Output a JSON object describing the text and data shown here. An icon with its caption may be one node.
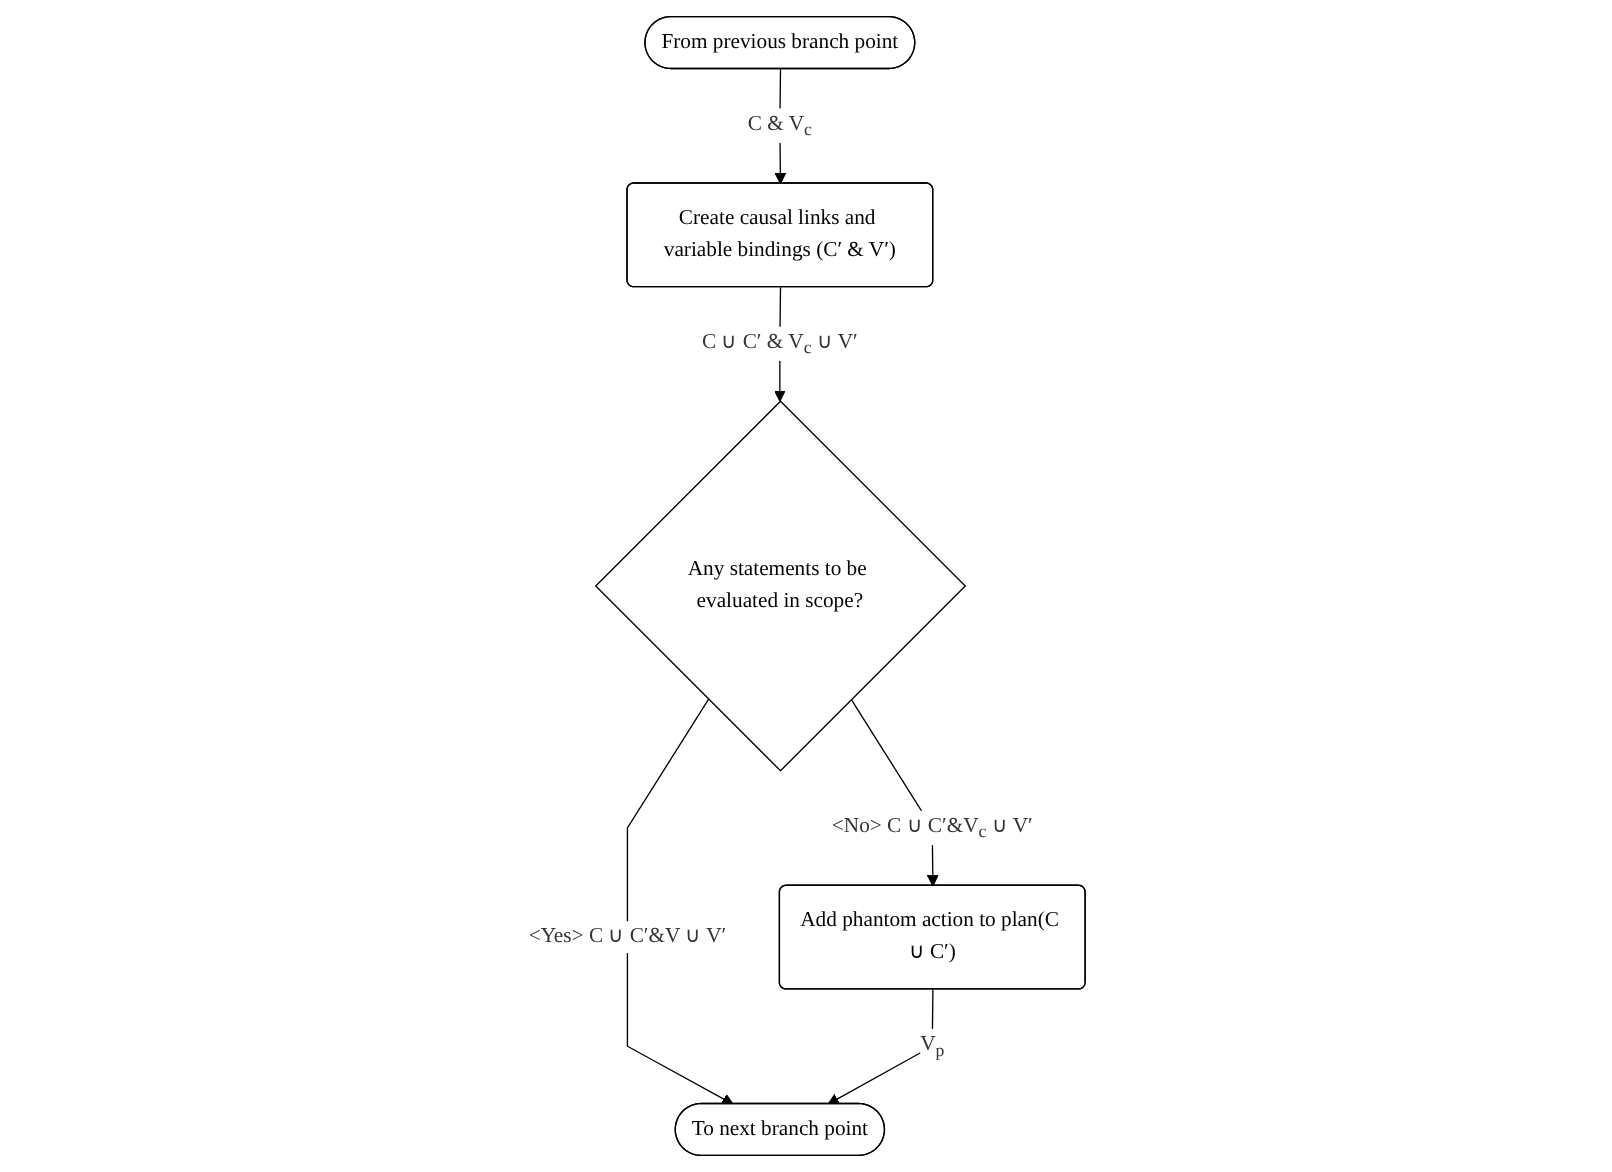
{
  "diagram": {
    "nodes": [
      {
        "text": [
          "From previous branch point"
        ]
      },
      {
        "text": [
          "Create causal links and variable bindings (C′ & V′)"
        ]
      },
      {
        "text": [
          "Any statements to be evaluated in scope?"
        ]
      },
      {
        "text": [
          "To next branch point"
        ]
      },
      {
        "text": [
          "Add phantom action to plan(C ∪ C′)"
        ]
      }
    ],
    "edges": [
      {
        "from": 0,
        "to": 1,
        "arrow": "to",
        "label": "C & V$_{c}$"
      },
      {
        "from": 1,
        "to": 2,
        "arrow": "to",
        "label": "C ∪ C′ & V$_{c}$ ∪ V′"
      },
      {
        "from": 2,
        "to": 3,
        "arrow": "to",
        "label": "<Yes> C ∪ C′&V ∪ V′"
      },
      {
        "from": 2,
        "to": 4,
        "arrow": "to",
        "label": "<No> C ∪ C′&V$_{c}$ ∪ V′"
      },
      {
        "from": 4,
        "to": 3,
        "arrow": "to",
        "label": "V$_{p}$"
      }
    ]
  }
}
